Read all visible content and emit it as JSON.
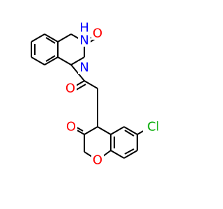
{
  "colors": {
    "carbon_bond": "#000000",
    "nitrogen": "#0000ff",
    "oxygen": "#ff0000",
    "chlorine": "#00aa00",
    "background": "#ffffff"
  },
  "atoms": [
    {
      "id": "nh",
      "label": "H",
      "element": "N",
      "color_key": "nitrogen"
    },
    {
      "id": "n1",
      "label": "N",
      "element": "N",
      "color_key": "nitrogen"
    },
    {
      "id": "n4",
      "label": "N",
      "element": "N",
      "color_key": "nitrogen"
    },
    {
      "id": "o_lactam_top",
      "label": "O",
      "element": "O",
      "color_key": "oxygen"
    },
    {
      "id": "o_amide",
      "label": "O",
      "element": "O",
      "color_key": "oxygen"
    },
    {
      "id": "o_lactam_bottom",
      "label": "O",
      "element": "O",
      "color_key": "oxygen"
    },
    {
      "id": "o_ring",
      "label": "O",
      "element": "O",
      "color_key": "oxygen"
    },
    {
      "id": "cl",
      "label": "Cl",
      "element": "Cl",
      "color_key": "chlorine"
    }
  ]
}
